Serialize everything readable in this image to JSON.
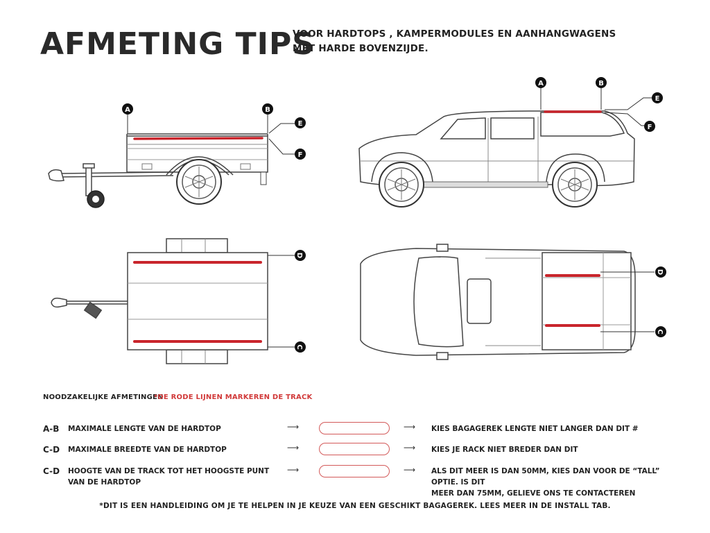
{
  "header": {
    "title": "AFMETING TIPS",
    "subtitle_line1": "VOOR HARDTOPS , KAMPERMODULES EN AANHANGWAGENS",
    "subtitle_line2": "MET HARDE BOVENZIJDE."
  },
  "markers": {
    "a": "A",
    "b": "B",
    "c": "C",
    "d": "D",
    "e": "E",
    "f": "F"
  },
  "colors": {
    "track_red": "#c9252c",
    "marker_black": "#111111",
    "line_gray": "#555555"
  },
  "notes": {
    "required": "NOODZAKELIJKE AFMETINGEN",
    "red_lines": "*DE RODE LIJNEN MARKEREN DE TRACK"
  },
  "rows": [
    {
      "code": "A-B",
      "description_line1": "MAXIMALE LENGTE VAN DE HARDTOP",
      "description_line2": "",
      "result_line1": "KIES BAGAGEREK LENGTE NIET LANGER DAN DIT #",
      "result_line2": ""
    },
    {
      "code": "C-D",
      "description_line1": "MAXIMALE BREEDTE VAN DE HARDTOP",
      "description_line2": "",
      "result_line1": "KIES JE RACK NIET BREDER DAN DIT",
      "result_line2": ""
    },
    {
      "code": "C-D",
      "description_line1": "HOOGTE VAN DE TRACK TOT HET HOOGSTE PUNT",
      "description_line2": "VAN DE HARDTOP",
      "result_line1": "ALS DIT MEER IS DAN 50MM, KIES DAN VOOR DE “TALL” OPTIE. IS DIT",
      "result_line2": "MEER DAN 75MM, GELIEVE ONS TE CONTACTEREN"
    }
  ],
  "footer": "*DIT IS EEN HANDLEIDING OM JE TE HELPEN IN JE KEUZE VAN EEN GESCHIKT BAGAGEREK. LEES MEER IN DE INSTALL TAB."
}
